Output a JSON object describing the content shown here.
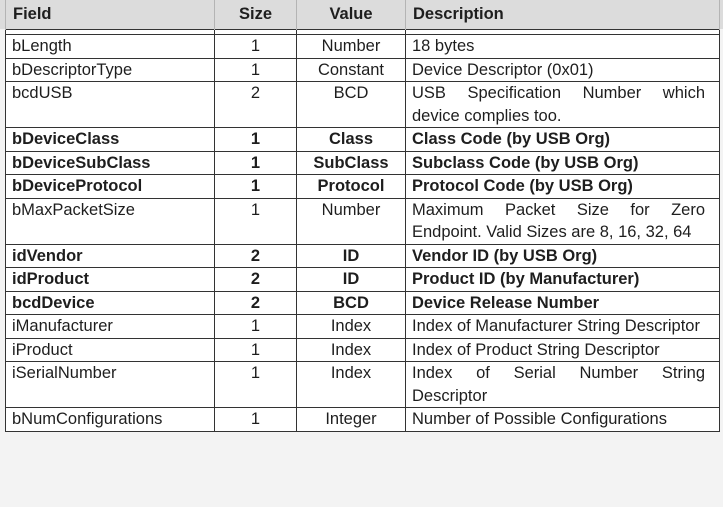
{
  "header": {
    "field": "Field",
    "size": "Size",
    "value": "Value",
    "description": "Description"
  },
  "rows": [
    {
      "field": "bLength",
      "size": "1",
      "value": "Number",
      "description": "18 bytes",
      "bold": false
    },
    {
      "field": "bDescriptorType",
      "size": "1",
      "value": "Constant",
      "description": "Device Descriptor (0x01)",
      "bold": false
    },
    {
      "field": "bcdUSB",
      "size": "2",
      "value": "BCD",
      "description": "USB Specification Number which device complies too.",
      "bold": false
    },
    {
      "field": "bDeviceClass",
      "size": "1",
      "value": "Class",
      "description": "Class Code (by USB Org)",
      "bold": true
    },
    {
      "field": "bDeviceSubClass",
      "size": "1",
      "value": "SubClass",
      "description": "Subclass Code (by USB Org)",
      "bold": true
    },
    {
      "field": "bDeviceProtocol",
      "size": "1",
      "value": "Protocol",
      "description": "Protocol Code (by USB Org)",
      "bold": true
    },
    {
      "field": "bMaxPacketSize",
      "size": "1",
      "value": "Number",
      "description": "Maximum Packet Size for Zero Endpoint. Valid Sizes are 8, 16, 32, 64",
      "bold": false
    },
    {
      "field": "idVendor",
      "size": "2",
      "value": "ID",
      "description": "Vendor ID (by USB Org)",
      "bold": true
    },
    {
      "field": "idProduct",
      "size": "2",
      "value": "ID",
      "description": "Product ID (by Manufacturer)",
      "bold": true
    },
    {
      "field": "bcdDevice",
      "size": "2",
      "value": "BCD",
      "description": "Device Release Number",
      "bold": true
    },
    {
      "field": "iManufacturer",
      "size": "1",
      "value": "Index",
      "description": "Index of Manufacturer String Descriptor",
      "bold": false
    },
    {
      "field": "iProduct",
      "size": "1",
      "value": "Index",
      "description": "Index of Product String Descriptor",
      "bold": false
    },
    {
      "field": "iSerialNumber",
      "size": "1",
      "value": "Index",
      "description": "Index of Serial Number String Descriptor",
      "bold": false
    },
    {
      "field": "bNumConfigurations",
      "size": "1",
      "value": "Integer",
      "description": "Number of Possible Configurations",
      "bold": false
    }
  ]
}
